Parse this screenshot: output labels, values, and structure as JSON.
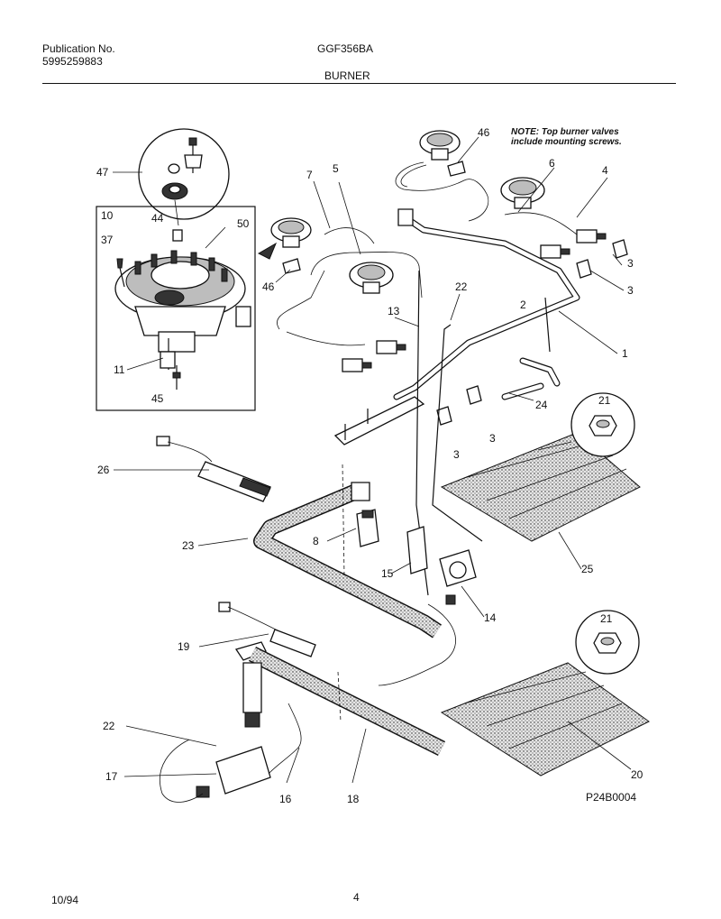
{
  "header": {
    "publication_label": "Publication No.",
    "publication_number": "5995259883",
    "model": "GGF356BA",
    "section": "BURNER"
  },
  "note": {
    "line1": "NOTE: Top burner valves",
    "line2": "include mounting screws."
  },
  "callouts": {
    "c1": "1",
    "c2": "2",
    "c3a": "3",
    "c3b": "3",
    "c3c": "3",
    "c3d": "3",
    "c4": "4",
    "c5": "5",
    "c6": "6",
    "c7": "7",
    "c8": "8",
    "c10": "10",
    "c11": "11",
    "c13": "13",
    "c14": "14",
    "c15": "15",
    "c16": "16",
    "c17": "17",
    "c18": "18",
    "c19": "19",
    "c20": "20",
    "c21a": "21",
    "c21b": "21",
    "c22a": "22",
    "c22b": "22",
    "c23": "23",
    "c24": "24",
    "c25": "25",
    "c26": "26",
    "c37": "37",
    "c44": "44",
    "c45": "45",
    "c46a": "46",
    "c46b": "46",
    "c47": "47",
    "c50": "50"
  },
  "drawing_code": "P24B0004",
  "footer": {
    "date": "10/94",
    "page": "4"
  }
}
